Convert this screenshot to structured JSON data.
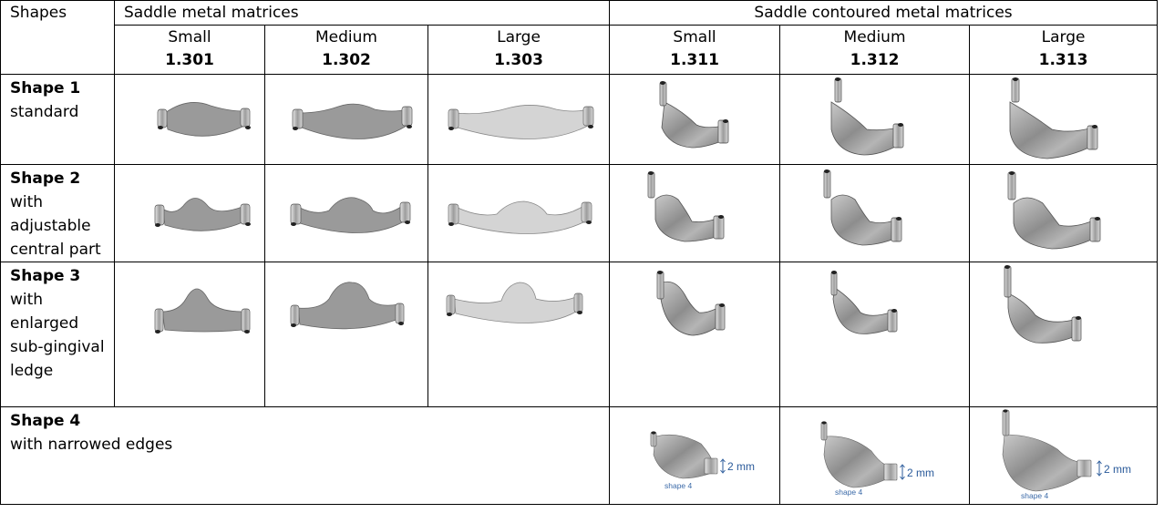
{
  "table": {
    "header": {
      "shapes_label": "Shapes",
      "group_1": "Saddle metal matrices",
      "group_2": "Saddle contoured metal matrices",
      "columns": [
        {
          "size": "Small",
          "code": "1.301"
        },
        {
          "size": "Medium",
          "code": "1.302"
        },
        {
          "size": "Large",
          "code": "1.303"
        },
        {
          "size": "Small",
          "code": "1.311"
        },
        {
          "size": "Medium",
          "code": "1.312"
        },
        {
          "size": "Large",
          "code": "1.313"
        }
      ]
    },
    "rows": [
      {
        "title": "Shape 1",
        "description": "standard"
      },
      {
        "title": "Shape 2",
        "description": "with adjustable central part"
      },
      {
        "title": "Shape 3",
        "description": "with enlarged sub-gingival ledge"
      },
      {
        "title": "Shape 4",
        "description": "with narrowed edges"
      }
    ],
    "shape4_annotation": {
      "dimension": "2 mm",
      "caption": "shape 4"
    }
  },
  "images": {
    "flat_standard": "saddle-matrix-standard-icon",
    "flat_adjustable": "saddle-matrix-adjustable-icon",
    "flat_enlarged": "saddle-matrix-enlarged-ledge-icon",
    "contoured": "contoured-matrix-icon"
  },
  "colors": {
    "border": "#000000",
    "matrix_dark": "#9a9a9a",
    "matrix_light": "#d4d4d4",
    "annotation_blue": "#2a5a9a"
  }
}
